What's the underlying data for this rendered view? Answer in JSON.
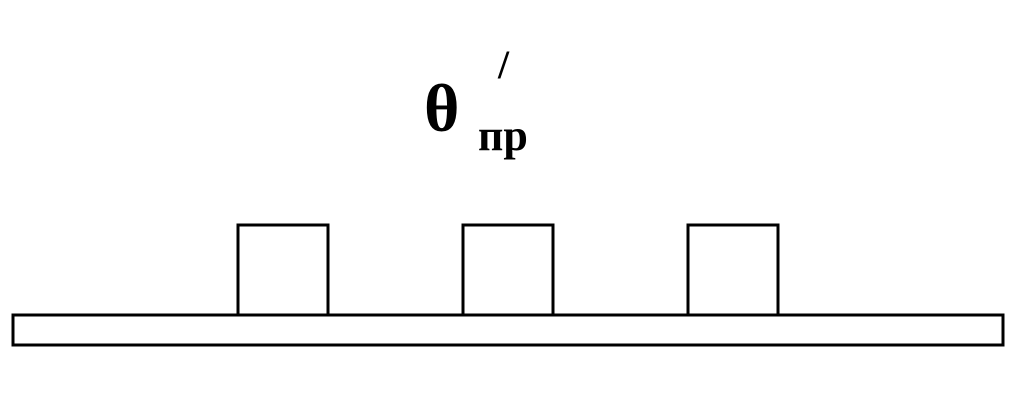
{
  "label": {
    "symbol": "θ",
    "subscript": "пр",
    "prime": "/"
  },
  "elements": {
    "blocks": [
      {
        "name": "block-1"
      },
      {
        "name": "block-2"
      },
      {
        "name": "block-3"
      }
    ]
  },
  "colors": {
    "stroke": "#000000",
    "fill": "#ffffff"
  }
}
